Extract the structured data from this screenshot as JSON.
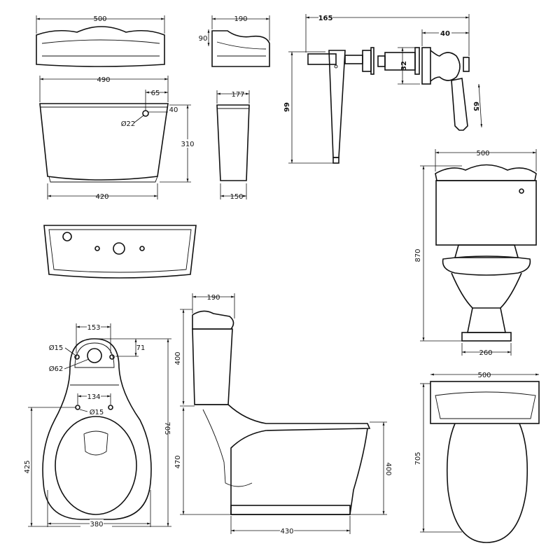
{
  "dimensions": {
    "lid_top_width": "500",
    "lid_side_depth": "190",
    "lid_side_height": "90",
    "lever_length": "165",
    "lever_handle_length": "40",
    "lever_boss_diameter": "32",
    "lever_arm_drop": "99",
    "lever_handle_drop": "65",
    "cistern_front_width": "490",
    "cistern_hole_offset_x": "65",
    "cistern_hole_offset_y": "40",
    "cistern_hole_diameter": "Ø22",
    "cistern_height": "310",
    "cistern_base_width": "420",
    "cistern_side_depth": "177",
    "cistern_side_base": "150",
    "front_width": "500",
    "front_total_height": "870",
    "front_pedestal_width": "260",
    "side_cistern_depth": "190",
    "side_cistern_height": "400",
    "side_pan_height": "470",
    "side_outlet_height": "400",
    "side_base_length": "430",
    "pan_plan_hole_spacing": "153",
    "pan_plan_hole_dia_a": "Ø15",
    "pan_plan_hole_offset": "71",
    "pan_plan_inlet_dia": "Ø62",
    "pan_plan_seat_spacing": "134",
    "pan_plan_hole_dia_b": "Ø15",
    "pan_plan_length": "705",
    "pan_plan_seat_length": "425",
    "pan_plan_width": "380",
    "plan_width": "500",
    "plan_length": "705"
  }
}
